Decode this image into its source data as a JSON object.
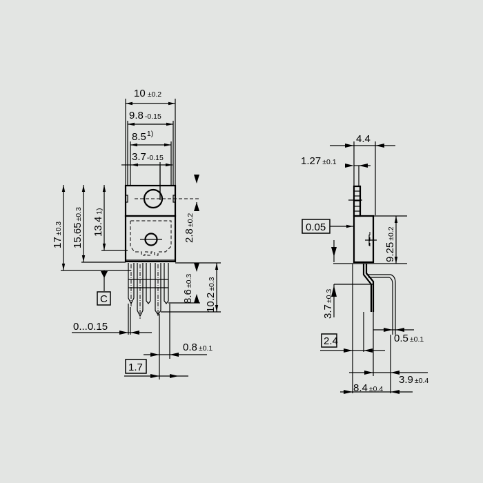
{
  "drawing": {
    "background": "#e3e5e3",
    "line_color": "#000000",
    "front_view": {
      "dims": {
        "overall_width": {
          "value": "10",
          "tol": "±0.2"
        },
        "body_width": {
          "value": "9.8",
          "tol": "-0.15"
        },
        "tab_width": {
          "value": "8.5",
          "note": "1)"
        },
        "hole_span": {
          "value": "3.7",
          "tol": "-0.15"
        },
        "total_height": {
          "value": "17",
          "tol": "±0.3"
        },
        "body_height": {
          "value": "15.65",
          "tol": "±0.3"
        },
        "hole_height": {
          "value": "13.4",
          "note": "1)"
        },
        "hole_offset": {
          "value": "2.8",
          "tol": "±0.2"
        },
        "lead_length_short": {
          "value": "8.6",
          "tol": "±0.3"
        },
        "lead_length_long": {
          "value": "10.2",
          "tol": "±0.3"
        },
        "lead_offset": {
          "value": "0...0.15"
        },
        "lead_width": {
          "value": "0.8",
          "tol": "±0.1"
        },
        "lead_pitch": {
          "value": "1.7"
        }
      },
      "datum": "C"
    },
    "side_view": {
      "dims": {
        "thickness": {
          "value": "4.4"
        },
        "tab_thickness": {
          "value": "1.27",
          "tol": "±0.1"
        },
        "flatness": {
          "value": "0.05"
        },
        "body_length": {
          "value": "9.25",
          "tol": "±0.2"
        },
        "bend_height": {
          "value": "3.7",
          "tol": "±0.3"
        },
        "lead_spacing": {
          "value": "2.4"
        },
        "lead_thickness": {
          "value": "0.5",
          "tol": "±0.1"
        },
        "lead_reach": {
          "value": "8.4",
          "tol": "±0.4"
        },
        "bend_offset": {
          "value": "3.9",
          "tol": "±0.4"
        }
      }
    }
  }
}
